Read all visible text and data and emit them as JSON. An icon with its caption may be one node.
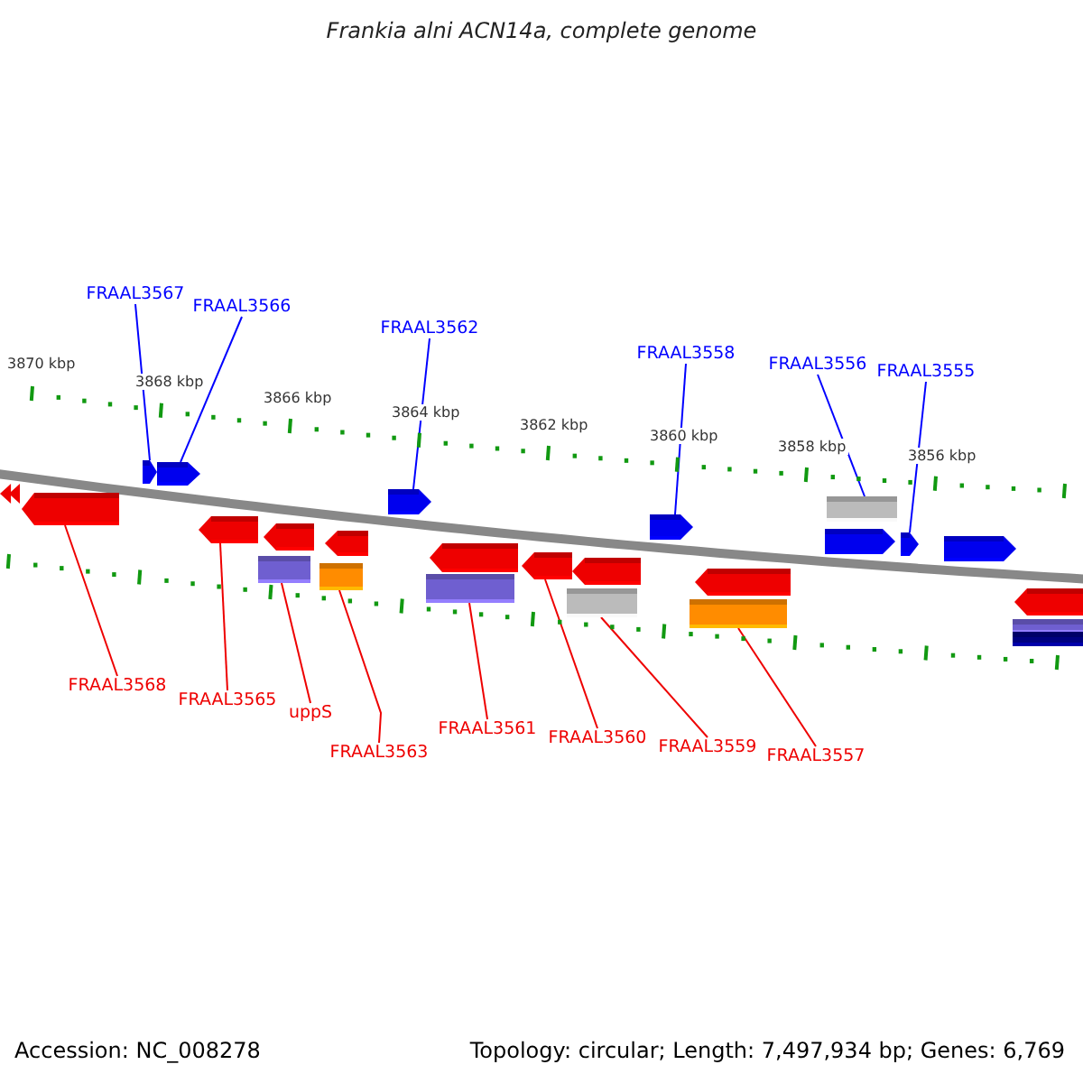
{
  "diagram": {
    "title": "Frankia alni ACN14a, complete genome",
    "nodes": [
      {
        "text": [
          "FRAAL3567"
        ]
      },
      {
        "text": [
          "FRAAL3566"
        ]
      },
      {
        "text": [
          "FRAAL3562"
        ]
      },
      {
        "text": [
          "FRAAL3558"
        ]
      },
      {
        "text": [
          "FRAAL3556"
        ]
      },
      {
        "text": [
          "FRAAL3555"
        ]
      },
      {
        "text": [
          "FRAAL3568"
        ]
      },
      {
        "text": [
          "FRAAL3565"
        ]
      },
      {
        "text": [
          "uppS"
        ]
      },
      {
        "text": [
          "FRAAL3563"
        ]
      },
      {
        "text": [
          "FRAAL3561"
        ]
      },
      {
        "text": [
          "FRAAL3560"
        ]
      },
      {
        "text": [
          "FRAAL3559"
        ]
      },
      {
        "text": [
          "FRAAL3557"
        ]
      },
      {
        "text": [],
        "shape": "triangle"
      },
      {
        "text": [],
        "shape": "pentagon"
      },
      {
        "text": [],
        "shape": "pentagon"
      },
      {
        "text": [],
        "shape": "pentagon"
      },
      {
        "text": [],
        "shape": "pentagon"
      },
      {
        "text": [],
        "shape": "box"
      },
      {
        "text": [],
        "shape": "pentagon"
      },
      {
        "text": [],
        "shape": "box"
      },
      {
        "text": [],
        "shape": "pentagon"
      },
      {
        "text": [],
        "shape": "pentagon"
      },
      {
        "text": [],
        "shape": "box"
      },
      {
        "text": [],
        "shape": "pentagon"
      },
      {
        "text": [],
        "shape": "pentagon"
      },
      {
        "text": [],
        "shape": "box"
      },
      {
        "text": [],
        "shape": "pentagon"
      },
      {
        "text": [],
        "shape": "pentagon"
      },
      {
        "text": [],
        "shape": "box"
      },
      {
        "text": [],
        "shape": "pentagon"
      },
      {
        "text": [],
        "shape": "pentagon"
      },
      {
        "text": [],
        "shape": "box"
      },
      {
        "text": [],
        "shape": "pentagon"
      },
      {
        "text": [],
        "shape": "pentagon"
      },
      {
        "text": [],
        "shape": "box"
      },
      {
        "text": [],
        "shape": "box"
      },
      {
        "text": [],
        "shape": "pentagon"
      }
    ],
    "edges": [
      {
        "from": 0,
        "to": 16,
        "arrow": "none",
        "color": "#0000ff"
      },
      {
        "from": 1,
        "to": 17,
        "arrow": "none",
        "color": "#0000ff"
      },
      {
        "from": 2,
        "to": 23,
        "arrow": "none",
        "color": "#0000ff"
      },
      {
        "from": 3,
        "to": 29,
        "arrow": "none",
        "color": "#0000ff"
      },
      {
        "from": 4,
        "to": 33,
        "arrow": "none",
        "color": "#0000ff"
      },
      {
        "from": 5,
        "to": 34,
        "arrow": "none",
        "color": "#0000ff"
      },
      {
        "from": 6,
        "to": 15,
        "arrow": "none"
      },
      {
        "from": 7,
        "to": 18,
        "arrow": "none"
      },
      {
        "from": 8,
        "to": 19,
        "arrow": "none"
      },
      {
        "from": 9,
        "to": 21,
        "arrow": "none"
      },
      {
        "from": 10,
        "to": 24,
        "arrow": "none"
      },
      {
        "from": 11,
        "to": 26,
        "arrow": "none"
      },
      {
        "from": 12,
        "to": 27,
        "arrow": "none"
      },
      {
        "from": 13,
        "to": 30,
        "arrow": "none"
      }
    ],
    "labels": [
      "3870 kbp",
      "3868 kbp",
      "3866 kbp",
      "3864 kbp",
      "3862 kbp",
      "3860 kbp",
      "3858 kbp",
      "3856 kbp",
      "Accession: NC_008278",
      "Topology: circular; Length: 7,497,934 bp; Genes: 6,769"
    ]
  }
}
